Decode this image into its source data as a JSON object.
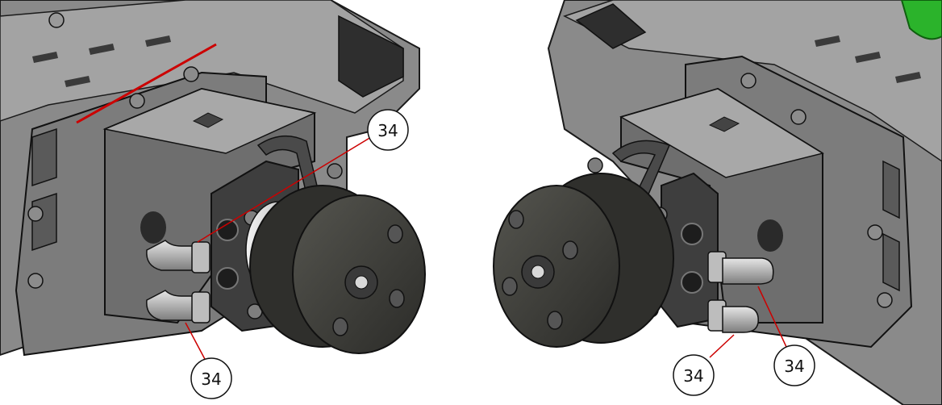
{
  "figure": {
    "callouts": [
      {
        "id": "c1",
        "label": "34"
      },
      {
        "id": "c2",
        "label": "34"
      },
      {
        "id": "c3",
        "label": "34"
      },
      {
        "id": "c4",
        "label": "34"
      }
    ]
  },
  "colors": {
    "frame": "#7a7a7a",
    "frame_dark": "#4a4a4a",
    "plate": "#8e8e8e",
    "housing": "#6c6c6c",
    "wheel": "#3a3a36",
    "fitting": "#b8b8b8",
    "leader_line": "#cc0000",
    "accent_green": "#2bb32b",
    "outline": "#1a1a1a"
  }
}
